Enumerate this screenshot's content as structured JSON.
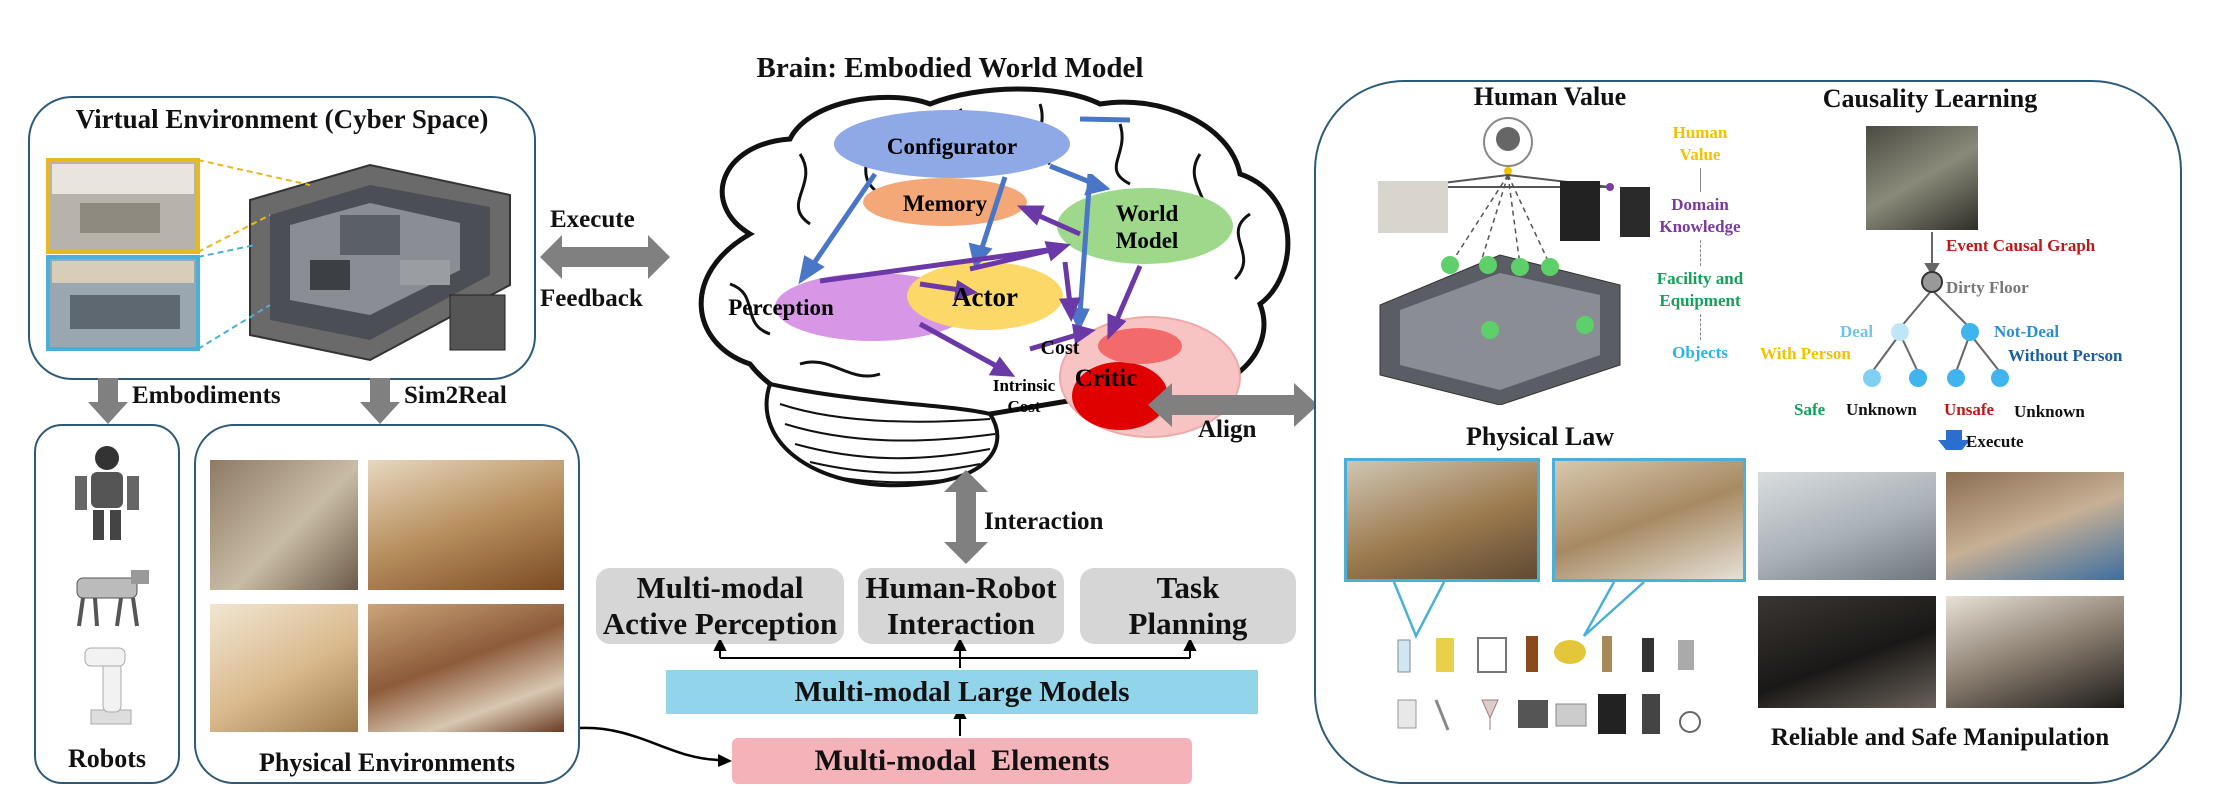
{
  "diagram": {
    "brain_title": "Brain: Embodied World Model",
    "virtual_env": {
      "title": "Virtual Environment (Cyber Space)"
    },
    "execute_label": "Execute",
    "feedback_label": "Feedback",
    "embodiments_label": "Embodiments",
    "sim2real_label": "Sim2Real",
    "robots": {
      "title": "Robots"
    },
    "physical_env": {
      "title": "Physical Environments"
    },
    "brain_modules": {
      "configurator": "Configurator",
      "memory": "Memory",
      "world_model_line1": "World",
      "world_model_line2": "Model",
      "perception": "Perception",
      "actor": "Actor",
      "cost": "Cost",
      "intrinsic_line1": "Intrinsic",
      "intrinsic_line2": "Cost",
      "critic": "Critic"
    },
    "align_label": "Align",
    "interaction_label": "Interaction",
    "bottom": {
      "perception_box_line1": "Multi-modal",
      "perception_box_line2": "Active Perception",
      "hri_box_line1": "Human-Robot",
      "hri_box_line2": "Interaction",
      "task_box_line1": "Task",
      "task_box_line2": "Planning",
      "large_models": "Multi-modal Large Models",
      "elements": "Multi-modal  Elements"
    },
    "human_value": {
      "title": "Human Value",
      "levels": [
        {
          "line1": "Human",
          "line2": "Value",
          "color": "#f2c200"
        },
        {
          "line1": "Domain",
          "line2": "Knowledge",
          "color": "#7a3aa0"
        },
        {
          "line1": "Facility and",
          "line2": "Equipment",
          "color": "#14a05a"
        },
        {
          "line1": "Objects",
          "line2": "",
          "color": "#28b4e6"
        }
      ]
    },
    "physical_law": {
      "title": "Physical Law"
    },
    "causality": {
      "title": "Causality Learning",
      "event_graph": "Event Causal Graph",
      "dirty_floor": "Dirty Floor",
      "deal": "Deal",
      "with_person": "With Person",
      "not_deal": "Not-Deal",
      "without_person": "Without Person",
      "safe": "Safe",
      "unknown_1": "Unknown",
      "unsafe": "Unsafe",
      "unknown_2": "Unknown",
      "execute": "Execute"
    },
    "manipulation": {
      "title": "Reliable and Safe Manipulation"
    },
    "colors": {
      "panel_border": "#2e5a7a",
      "configurator": "#8fa8e6",
      "memory": "#f4a878",
      "world_model": "#9ed88a",
      "perception": "#d897e6",
      "actor": "#fbd867",
      "critic": "#f8c3c3",
      "cost": "#f26a6a",
      "intrinsic": "#e00000",
      "large_models": "#92d4ea",
      "elements": "#f5b2b9",
      "gray_box": "#d6d6d6"
    }
  }
}
